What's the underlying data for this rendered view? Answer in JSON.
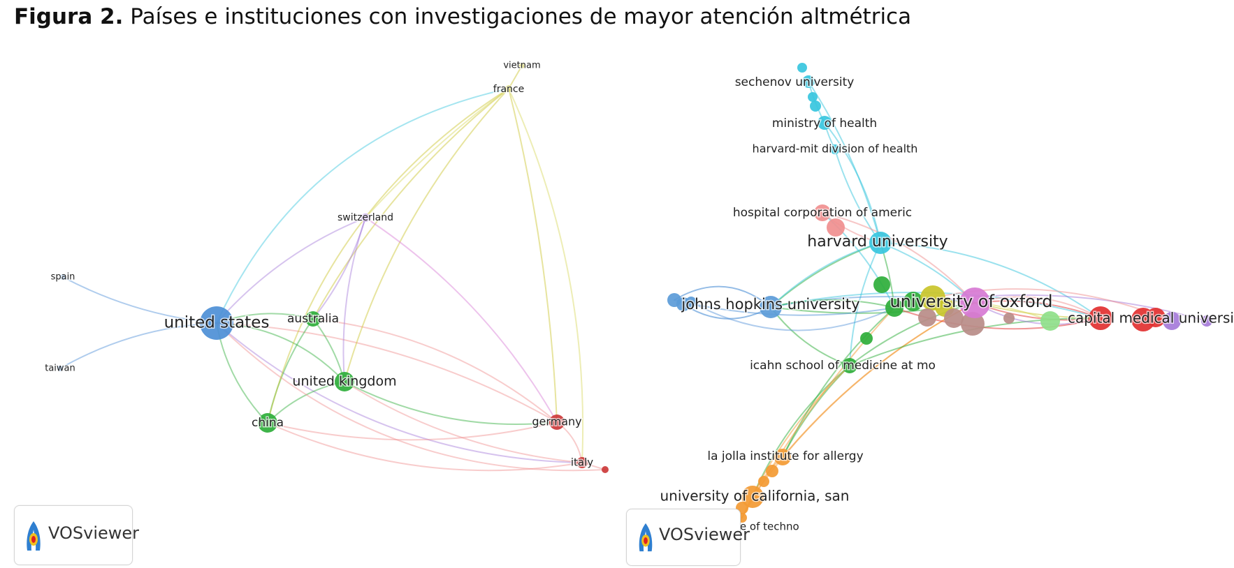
{
  "figure": {
    "label": "Figura 2.",
    "caption": "Países e instituciones con investigaciones de mayor atención altmétrica"
  },
  "watermark": {
    "text": "VOSviewer"
  },
  "colors": {
    "blue": "#4d8fd6",
    "green": "#2eae3a",
    "red": "#e23030",
    "purple": "#a57ad9",
    "cyan": "#37c5de",
    "salmon": "#f08f8f",
    "orange": "#f39a33",
    "olive": "#c9c42a",
    "pink": "#d77ad4",
    "brown": "#b88c88",
    "lightgreen": "#8fe08a",
    "yellow": "#d8d75a",
    "node_blue": "#5b9bd8",
    "node_green": "#3aa33a",
    "node_red": "#cc3a3a"
  },
  "networks": [
    {
      "name": "countries",
      "nodes": [
        {
          "id": "us",
          "label": "united states",
          "color": "blue"
        },
        {
          "id": "au",
          "label": "australia",
          "color": "green"
        },
        {
          "id": "uk",
          "label": "united kingdom",
          "color": "green"
        },
        {
          "id": "cn",
          "label": "china",
          "color": "green"
        },
        {
          "id": "de",
          "label": "germany",
          "color": "red"
        },
        {
          "id": "it",
          "label": "italy",
          "color": "red"
        },
        {
          "id": "ch",
          "label": "switzerland",
          "color": "purple"
        },
        {
          "id": "fr",
          "label": "france",
          "color": "olive"
        },
        {
          "id": "vn",
          "label": "vietnam",
          "color": "olive"
        },
        {
          "id": "es",
          "label": "spain",
          "color": "blue"
        },
        {
          "id": "tw",
          "label": "taiwan",
          "color": "blue"
        }
      ]
    },
    {
      "name": "institutions",
      "nodes": [
        {
          "id": "sech",
          "label": "sechenov university",
          "color": "cyan"
        },
        {
          "id": "moh",
          "label": "ministry of health",
          "color": "cyan"
        },
        {
          "id": "hmit",
          "label": "harvard-mit division of health",
          "color": "cyan"
        },
        {
          "id": "hca",
          "label": "hospital corporation of americ",
          "color": "salmon"
        },
        {
          "id": "harv",
          "label": "harvard university",
          "color": "cyan"
        },
        {
          "id": "jhu",
          "label": "johns hopkins university",
          "color": "blue"
        },
        {
          "id": "ox",
          "label": "university of oxford",
          "color": "pink"
        },
        {
          "id": "cmu",
          "label": "capital medical university",
          "color": "red"
        },
        {
          "id": "icahn",
          "label": "icahn school of medicine at mo",
          "color": "green"
        },
        {
          "id": "ljia",
          "label": "la jolla institute for allergy",
          "color": "orange"
        },
        {
          "id": "ucsd",
          "label": "university of california, san",
          "color": "orange"
        },
        {
          "id": "calt",
          "label": "california institute of techno",
          "color": "orange"
        }
      ]
    }
  ]
}
